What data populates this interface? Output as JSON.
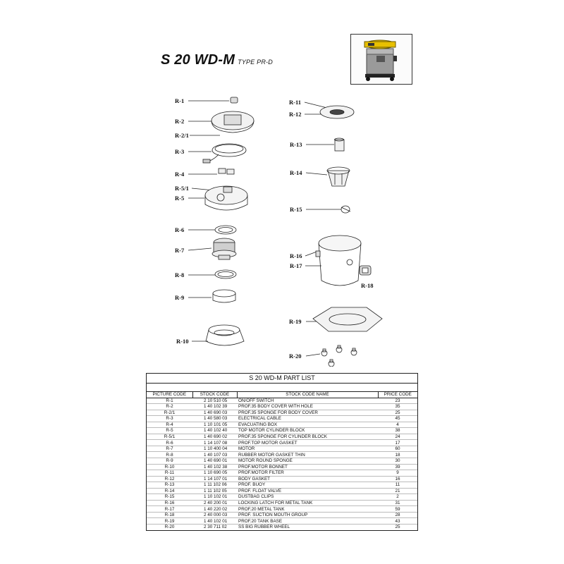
{
  "header": {
    "model": "S 20 WD-M",
    "type_label": "TYPE PR-D"
  },
  "diagram": {
    "labels": [
      "R-1",
      "R-2",
      "R-2/1",
      "R-3",
      "R-4",
      "R-5/1",
      "R-5",
      "R-6",
      "R-7",
      "R-8",
      "R-9",
      "R-10",
      "R-11",
      "R-12",
      "R-13",
      "R-14",
      "R-15",
      "R-16",
      "R-17",
      "R-18",
      "R-19",
      "R-20"
    ]
  },
  "parts_list": {
    "title": "S 20 WD-M PART LIST",
    "columns": [
      "PICTURE CODE",
      "STOCK CODE",
      "STOCK CODE NAME",
      "PRICE CODE"
    ],
    "rows": [
      [
        "R-1",
        "2 10 510 05",
        "ON/OFF SWITCH",
        "23"
      ],
      [
        "R-2",
        "1 40 102 39",
        "PROF.35 BODY COVER WITH HOLE",
        "35"
      ],
      [
        "R-2/1",
        "1 40 690 03",
        "PROF.35 SPONGE FOR BODY COVER",
        "25"
      ],
      [
        "R-3",
        "1 40 580 03",
        "ELECTRICAL CABLE",
        "45"
      ],
      [
        "R-4",
        "1 10 101 05",
        "EVACUATING BOX",
        "4"
      ],
      [
        "R-5",
        "1 40 102 40",
        "TOP MOTOR CYLINDER BLOCK",
        "38"
      ],
      [
        "R-5/1",
        "1 40 690 02",
        "PROF.35 SPONGE FOR CYLINDER BLOCK",
        "24"
      ],
      [
        "R-6",
        "1 14 107 08",
        "PROF.TOP MOTOR GASKET",
        "17"
      ],
      [
        "R-7",
        "1 10 400 04",
        "MOTOR",
        "60"
      ],
      [
        "R-8",
        "1 40 107 03",
        "RUBBER MOTOR GASKET THIN",
        "18"
      ],
      [
        "R-9",
        "1 40 690 01",
        "MOTOR ROUND SPONGE",
        "30"
      ],
      [
        "R-10",
        "1 40 102 38",
        "PROF.MOTOR BONNET",
        "39"
      ],
      [
        "R-11",
        "1 10 690 05",
        "PROF.MOTOR FILTER",
        "9"
      ],
      [
        "R-12",
        "1 14 107 01",
        "BODY GASKET",
        "16"
      ],
      [
        "R-13",
        "1 11 102 06",
        "PROF. BUOY",
        "11"
      ],
      [
        "R-14",
        "1 11 102 05",
        "PROF. FLOAT VALVE",
        "21"
      ],
      [
        "R-15",
        "1 10 102 01",
        "DUSTBAG CLIPS",
        "2"
      ],
      [
        "R-16",
        "2 40 200 01",
        "LOCKING LATCH FOR METAL TANK",
        "31"
      ],
      [
        "R-17",
        "1 40 220 02",
        "PROF.20 METAL TANK",
        "59"
      ],
      [
        "R-18",
        "2 40 000 03",
        "PROF. SUCTION MOUTH GROUP",
        "28"
      ],
      [
        "R-19",
        "1 40 102 01",
        "PROF.20 TANK BASE",
        "43"
      ],
      [
        "R-20",
        "2 30 711 02",
        "SS BIG RUBBER WHEEL",
        "25"
      ]
    ]
  }
}
